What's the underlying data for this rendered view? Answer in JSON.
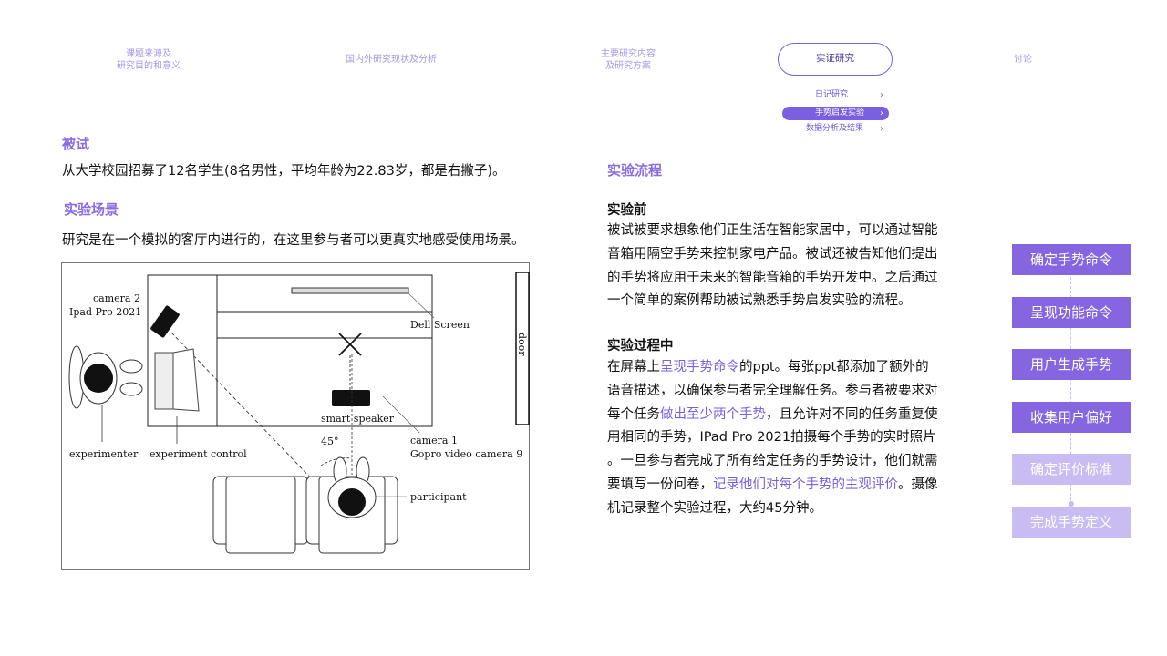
{
  "nav": {
    "items": [
      {
        "line1": "课题来源及",
        "line2": "研究目的和意义"
      },
      {
        "line1": "国内外研究现状及分析",
        "line2": ""
      },
      {
        "line1": "主要研究内容",
        "line2": "及研究方案"
      },
      {
        "line1": "实证研究",
        "line2": ""
      },
      {
        "line1": "讨论",
        "line2": ""
      }
    ],
    "active_index": 3,
    "sub_items": [
      "日记研究",
      "手势启发实验",
      "数据分析及结果"
    ],
    "sub_active_index": 1
  },
  "left": {
    "subjects_title": "被试",
    "subjects_text": "从大学校园招募了12名学生(8名男性，平均年龄为22.83岁，都是右撇子)。",
    "scene_title": "实验场景",
    "scene_text": "研究是在一个模拟的客厅内进行的，在这里参与者可以更真实地感受使用场景。",
    "diagram": {
      "camera2_line1": "camera 2",
      "camera2_line2": "Ipad Pro 2021",
      "dell_screen": "Dell Screen",
      "door": "door",
      "smart_speaker": "smart speaker",
      "angle": "45°",
      "camera1_line1": "camera 1",
      "camera1_line2": "Gopro video camera 9",
      "participant": "participant",
      "experimenter": "experimenter",
      "experiment_control": "experiment control"
    }
  },
  "middle": {
    "flow_title": "实验流程",
    "before_title": "实验前",
    "before_lines": [
      "被试被要求想象他们正生活在智能家居中，可以通过智能",
      "音箱用隔空手势来控制家电产品。被试还被告知他们提出",
      "的手势将应用于未来的智能音箱的手势开发中。之后通过",
      "一个简单的案例帮助被试熟悉手势启发实验的流程。"
    ],
    "during_title": "实验过程中",
    "during": {
      "l1a": "在屏幕上",
      "l1b": "呈现手势命令",
      "l1c": "的ppt。每张ppt都添加了额外的",
      "l2": "语音描述，以确保参与者完全理解任务。参与者被要求对",
      "l3a": "每个任务",
      "l3b": "做出至少两个手势",
      "l3c": "，且允许对不同的任务重复使",
      "l4": "用相同的手势，IPad Pro 2021拍摄每个手势的实时照片",
      "l5": "。一旦参与者完成了所有给定任务的手势设计，他们就需",
      "l6a": "要填写一份问卷，",
      "l6b": "记录他们对每个手势的主观评价",
      "l6c": "。摄像",
      "l7": "机记录整个实验过程，大约45分钟。"
    }
  },
  "steps": [
    {
      "label": "确定手势命令",
      "state": "active"
    },
    {
      "label": "呈现功能命令",
      "state": "active"
    },
    {
      "label": "用户生成手势",
      "state": "active"
    },
    {
      "label": "收集用户偏好",
      "state": "active"
    },
    {
      "label": "确定评价标准",
      "state": "inactive"
    },
    {
      "label": "完成手势定义",
      "state": "inactive"
    }
  ],
  "colors": {
    "accent": "#7a5fe0",
    "step_active": "#8566e0",
    "step_inactive": "#c9bcf2",
    "nav_text": "#a898e6"
  }
}
